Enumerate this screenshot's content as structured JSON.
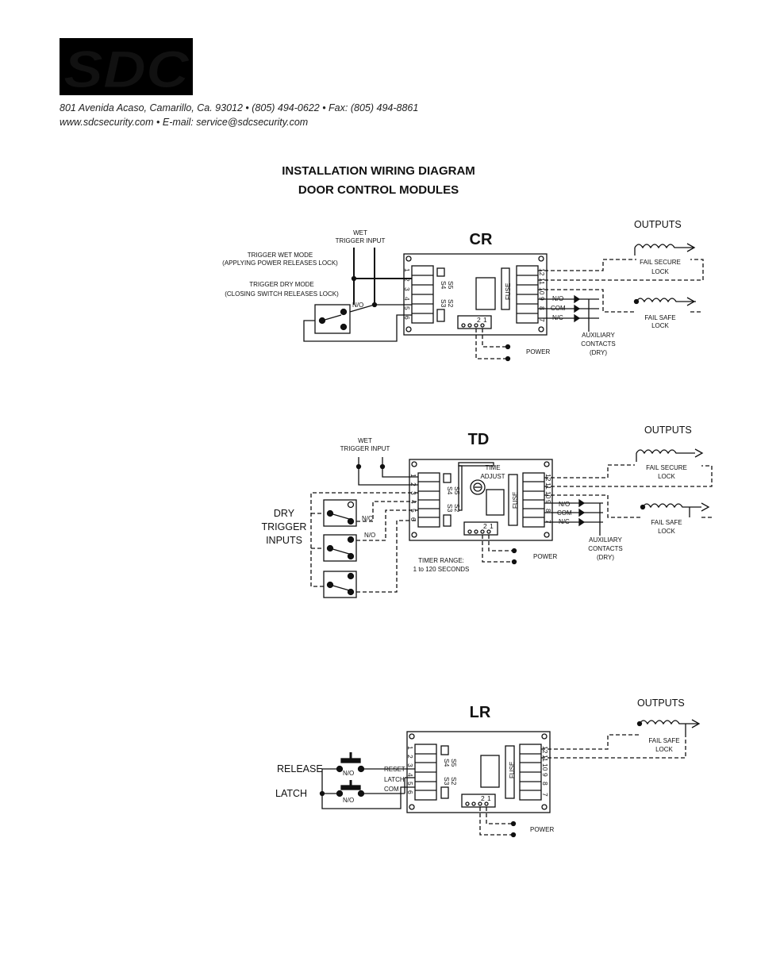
{
  "logo": {
    "text": "SDC"
  },
  "header": {
    "address_line": "801 Avenida Acaso, Camarillo, Ca. 93012  •  (805) 494-0622  •  Fax: (805) 494-8861",
    "web_line": "www.sdcsecurity.com  •  E-mail: service@sdcsecurity.com"
  },
  "title": {
    "line1": "INSTALLATION WIRING DIAGRAM",
    "line2": "DOOR CONTROL MODULES"
  },
  "cr": {
    "module": "CR",
    "wet_trigger": [
      "WET",
      "TRIGGER INPUT"
    ],
    "wet_mode": [
      "TRIGGER WET MODE",
      "(APPLYING POWER RELEASES LOCK)"
    ],
    "dry_mode": [
      "TRIGGER DRY MODE",
      "(CLOSING SWITCH RELEASES LOCK)"
    ],
    "no_label": "N/O",
    "outputs": "OUTPUTS",
    "fail_secure": [
      "FAIL SECURE",
      "LOCK"
    ],
    "fail_safe": [
      "FAIL SAFE",
      "LOCK"
    ],
    "contacts": [
      "N/O",
      "COM",
      "N/C"
    ],
    "auxiliary": [
      "AUXILIARY",
      "CONTACTS",
      "(DRY)"
    ],
    "power": "POWER",
    "fuse": "FUSE",
    "left_terminals": [
      "1",
      "2",
      "3",
      "4",
      "5",
      "6"
    ],
    "right_terminals": [
      "12",
      "11",
      "10",
      "9",
      "8",
      "7"
    ],
    "switches": [
      "S5",
      "S4",
      "S3",
      "S2"
    ],
    "power_pins": [
      "2",
      "1"
    ]
  },
  "td": {
    "module": "TD",
    "wet_trigger": [
      "WET",
      "TRIGGER INPUT"
    ],
    "time_adjust": [
      "TIME",
      "ADJUST"
    ],
    "dry_inputs": [
      "DRY",
      "TRIGGER",
      "INPUTS"
    ],
    "nc_label": "N/C",
    "no_label": "N/O",
    "outputs": "OUTPUTS",
    "fail_secure": [
      "FAIL SECURE",
      "LOCK"
    ],
    "fail_safe": [
      "FAIL SAFE",
      "LOCK"
    ],
    "contacts": [
      "N/O",
      "COM",
      "N/C"
    ],
    "auxiliary": [
      "AUXILIARY",
      "CONTACTS",
      "(DRY)"
    ],
    "power": "POWER",
    "timer_range": [
      "TIMER RANGE:",
      "1 to 120 SECONDS"
    ],
    "fuse": "FUSE",
    "left_terminals": [
      "1",
      "2",
      "3",
      "4",
      "5",
      "6"
    ],
    "right_terminals": [
      "12",
      "11",
      "10",
      "9",
      "8",
      "7"
    ],
    "switches": [
      "S5",
      "S4",
      "S3",
      "S2"
    ],
    "power_pins": [
      "2",
      "1"
    ]
  },
  "lr": {
    "module": "LR",
    "release": "RELEASE",
    "latch": "LATCH",
    "no_label": "N/O",
    "terminal_labels": [
      "RESET",
      "LATCH",
      "COM"
    ],
    "outputs": "OUTPUTS",
    "fail_safe": [
      "FAIL SAFE",
      "LOCK"
    ],
    "power": "POWER",
    "fuse": "FUSE",
    "left_terminals": [
      "1",
      "2",
      "3",
      "4",
      "5",
      "6"
    ],
    "right_terminals": [
      "12",
      "11",
      "10",
      "9",
      "8",
      "7"
    ],
    "switches": [
      "S5",
      "S4",
      "S3",
      "S2"
    ],
    "power_pins": [
      "2",
      "1"
    ]
  }
}
